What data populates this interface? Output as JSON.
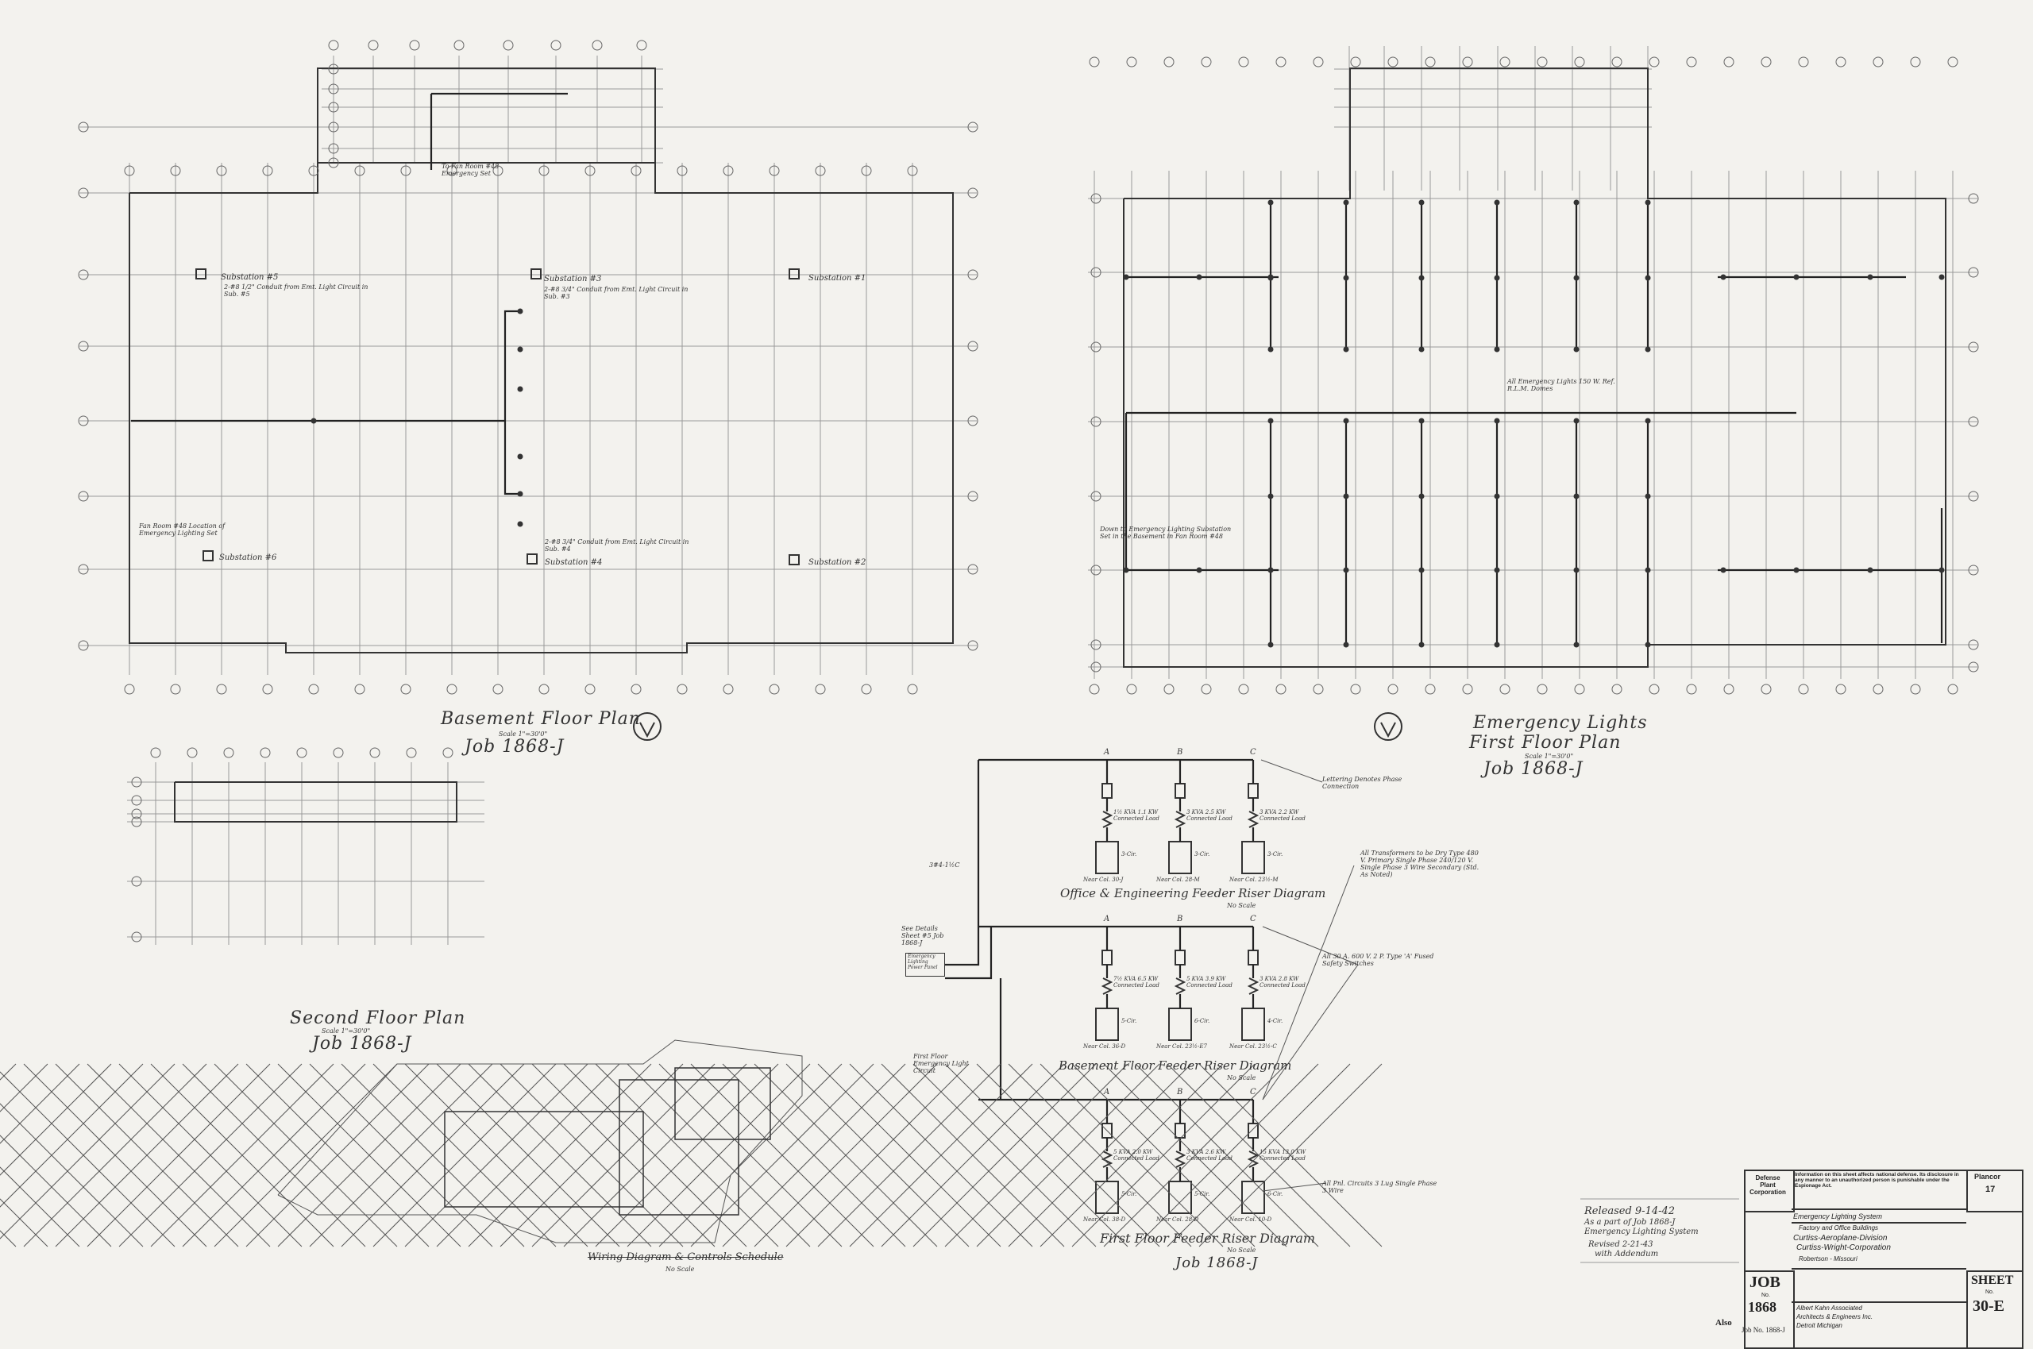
{
  "basement": {
    "title": "Basement Floor Plan",
    "scale": "Scale 1\"=30'0\"",
    "job": "Job 1868-J",
    "substations": {
      "s5": "Substation #5",
      "s3": "Substation #3",
      "s1": "Substation #1",
      "s6": "Substation #6",
      "s4": "Substation #4",
      "s2": "Substation #2"
    },
    "notes": {
      "sub5": "2-#8 1/2\" Conduit from Emt. Light Circuit in Sub. #5",
      "sub3": "2-#8 3/4\" Conduit from Emt. Light Circuit in Sub. #3",
      "sub4": "2-#8 3/4\" Conduit from Emt. Light Circuit in Sub. #4",
      "fanroom": "Fan Room #48 Location of Emergency Lighting Set",
      "fanroom_top": "To Fan Room #48 Emergency Set"
    }
  },
  "first_floor": {
    "heading": "Emergency Lights",
    "title": "First Floor Plan",
    "scale": "Scale 1\"=30'0\"",
    "job": "Job 1868-J",
    "note_all": "All Emergency Lights 150 W. Ref. R.L.M. Domes",
    "note_sub": "Down to Emergency Lighting Substation Set in the Basement in Fan Room #48"
  },
  "second_floor": {
    "title": "Second Floor Plan",
    "scale": "Scale 1\"=30'0\"",
    "job": "Job 1868-J"
  },
  "risers": {
    "office": {
      "title": "Office & Engineering Feeder Riser Diagram",
      "scale": "No Scale",
      "phases": [
        "A",
        "B",
        "C"
      ],
      "transformers": [
        "1½ KVA 1.1 KW Connected Load",
        "3 KVA 2.5 KW Connected Load",
        "3 KVA 2.2 KW Connected Load"
      ],
      "circuits": [
        "3-Cir.",
        "3-Cir.",
        "3-Cir."
      ],
      "locations": [
        "Near Col. 30-J",
        "Near Col. 28-M",
        "Near Col. 23½-M"
      ]
    },
    "basement": {
      "title": "Basement Floor Feeder Riser Diagram",
      "scale": "No Scale",
      "phases": [
        "A",
        "B",
        "C"
      ],
      "transformers": [
        "7½ KVA 6.5 KW Connected Load",
        "5 KVA 3.9 KW Connected Load",
        "3 KVA 2.8 KW Connected Load"
      ],
      "circuits": [
        "5-Cir.",
        "6-Cir.",
        "4-Cir."
      ],
      "locations": [
        "Near Col. 36-D",
        "Near Col. 23½-E7",
        "Near Col. 23½-C"
      ]
    },
    "first": {
      "title": "First Floor Feeder Riser Diagram",
      "scale": "No Scale",
      "job": "Job 1868-J",
      "phases": [
        "A",
        "B",
        "C"
      ],
      "transformers": [
        "5 KVA 2.0 KW Connected Load",
        "3 KVA 2.6 KW Connected Load",
        "15 KVA 13.0 KW Connected Load"
      ],
      "circuits": [
        "5-Cir.",
        "5-Cir.",
        "6-Cir."
      ],
      "locations": [
        "Near Col. 38-D",
        "Near Col. 28-D",
        "Near Col. 10-D"
      ]
    },
    "notes": {
      "circuit": "Lettering Denotes Phase Connection",
      "transformers": "All Transformers to be Dry Type 480 V. Primary Single Phase 240/120 V. Single Phase 3 Wire Secondary (Std. As Noted)",
      "switches": "All 30 A. 600 V. 2 P. Type 'A' Fused Safety Switches",
      "panels": "All Pnl. Circuits 3 Lug Single Phase 3 Wire",
      "details": "See Details Sheet #5 Job 1868-J",
      "egp": "Emergency Lighting Power Panel",
      "feeder": "3#4-1½C",
      "firstfloor": "First Floor Emergency Light Circuit"
    }
  },
  "wiring_title": "Wiring Diagram & Controls Schedule",
  "wiring_scale": "No Scale",
  "released": {
    "line1": "Released 9-14-42",
    "line2": "As a part of Job 1868-J",
    "line3": "Emergency Lighting System",
    "line4": "Revised 2-21-43",
    "line5": "with Addendum"
  },
  "title_block": {
    "defense": "Defense Plant Corporation",
    "info": "Information on this sheet affects national defense. Its disclosure in any manner to an unauthorized person is punishable under the Espionage Act.",
    "plancor": "Plancor",
    "plancor_no": "17",
    "system": "Emergency Lighting System",
    "building": "Factory and Office Buildings",
    "client1": "Curtiss-Aeroplane-Division",
    "client2": "Curtiss-Wright-Corporation",
    "place": "Robertson - Missouri",
    "architect1": "Albert Kahn Associated",
    "architect2": "Architects & Engineers Inc.",
    "city": "Detroit Michigan",
    "job_label": "JOB",
    "job_no_label": "No.",
    "job_no": "1868",
    "sheet_label": "SHEET",
    "sheet_no": "30-E",
    "also": "Also",
    "job_also": "Job No. 1868-J"
  }
}
